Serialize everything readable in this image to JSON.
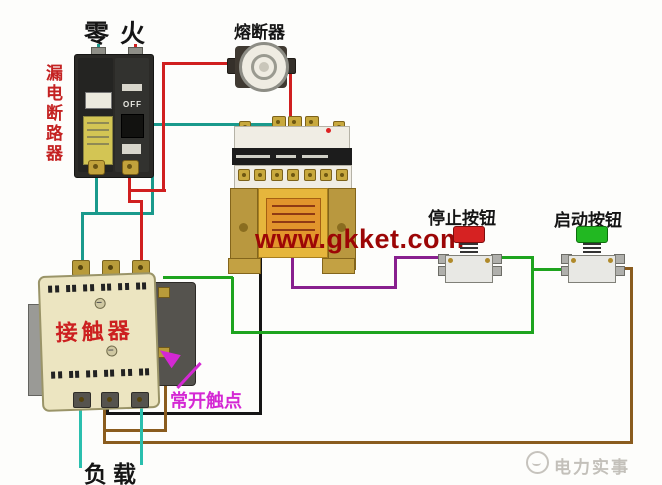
{
  "labels": {
    "neutral": "零",
    "live": "火",
    "breaker_vertical": [
      "漏",
      "电",
      "断",
      "路",
      "器"
    ],
    "fuse": "熔断器",
    "stop_button": "停止按钮",
    "start_button": "启动按钮",
    "contactor": "接触器",
    "no_contact": "常开触点",
    "load": "负载",
    "breaker_off": "OFF"
  },
  "watermark": {
    "center": "www.gkket.com",
    "center_color": "#9c0606",
    "brand": "电力实事",
    "brand_color": "#c3c0ba"
  },
  "colors": {
    "teal": "#1a9a8c",
    "teal_load": "#2abfae",
    "red": "#d01f1f",
    "black": "#151515",
    "purple": "#88208e",
    "green": "#1ea41e",
    "brown": "#8a5c1e",
    "label_red": "#c42222",
    "magenta": "#d428d4",
    "stop_cap": "#d62222",
    "start_cap": "#22b822"
  },
  "wires": [
    {
      "name": "wire-neutral-top",
      "color": "teal",
      "segments": [
        [
          97,
          44,
          3,
          15
        ]
      ]
    },
    {
      "name": "wire-neutral-main",
      "color": "teal",
      "segments": [
        [
          95,
          160,
          3,
          55
        ],
        [
          81,
          212,
          73,
          3
        ],
        [
          81,
          212,
          3,
          56
        ],
        [
          151,
          123,
          3,
          92
        ],
        [
          151,
          123,
          126,
          3
        ]
      ]
    },
    {
      "name": "wire-live-top",
      "color": "red",
      "segments": [
        [
          134,
          44,
          3,
          15
        ]
      ]
    },
    {
      "name": "wire-live-to-fuse",
      "color": "red",
      "segments": [
        [
          128,
          160,
          3,
          43
        ],
        [
          128,
          189,
          38,
          3
        ],
        [
          162,
          62,
          3,
          130
        ],
        [
          162,
          62,
          72,
          3
        ]
      ]
    },
    {
      "name": "wire-fuse-to-transformer",
      "color": "red",
      "segments": [
        [
          289,
          66,
          3,
          58
        ]
      ]
    },
    {
      "name": "wire-live-to-contactor",
      "color": "red",
      "segments": [
        [
          128,
          200,
          15,
          3
        ],
        [
          140,
          200,
          3,
          64
        ]
      ]
    },
    {
      "name": "wire-secondary-black",
      "color": "black",
      "segments": [
        [
          259,
          175,
          3,
          240
        ],
        [
          106,
          412,
          156,
          3
        ],
        [
          106,
          402,
          3,
          12
        ]
      ]
    },
    {
      "name": "wire-secondary-purple",
      "color": "purple",
      "segments": [
        [
          291,
          176,
          3,
          113
        ],
        [
          291,
          286,
          106,
          3
        ],
        [
          394,
          257,
          3,
          32
        ],
        [
          394,
          256,
          53,
          3
        ]
      ]
    },
    {
      "name": "wire-green-control",
      "color": "green",
      "segments": [
        [
          489,
          256,
          45,
          3
        ],
        [
          531,
          256,
          3,
          78
        ],
        [
          531,
          268,
          41,
          3
        ],
        [
          231,
          331,
          303,
          3
        ],
        [
          231,
          277,
          3,
          57
        ],
        [
          163,
          276,
          70,
          3
        ]
      ]
    },
    {
      "name": "wire-brown-control",
      "color": "brown",
      "segments": [
        [
          164,
          352,
          3,
          80
        ],
        [
          103,
          429,
          64,
          3
        ],
        [
          103,
          404,
          3,
          40
        ],
        [
          103,
          441,
          530,
          3
        ],
        [
          630,
          268,
          3,
          176
        ],
        [
          609,
          267,
          24,
          3
        ]
      ]
    },
    {
      "name": "wire-load-left",
      "color": "teal_load",
      "segments": [
        [
          79,
          396,
          3,
          72
        ]
      ]
    },
    {
      "name": "wire-load-right",
      "color": "teal_load",
      "segments": [
        [
          140,
          408,
          3,
          57
        ]
      ]
    }
  ]
}
